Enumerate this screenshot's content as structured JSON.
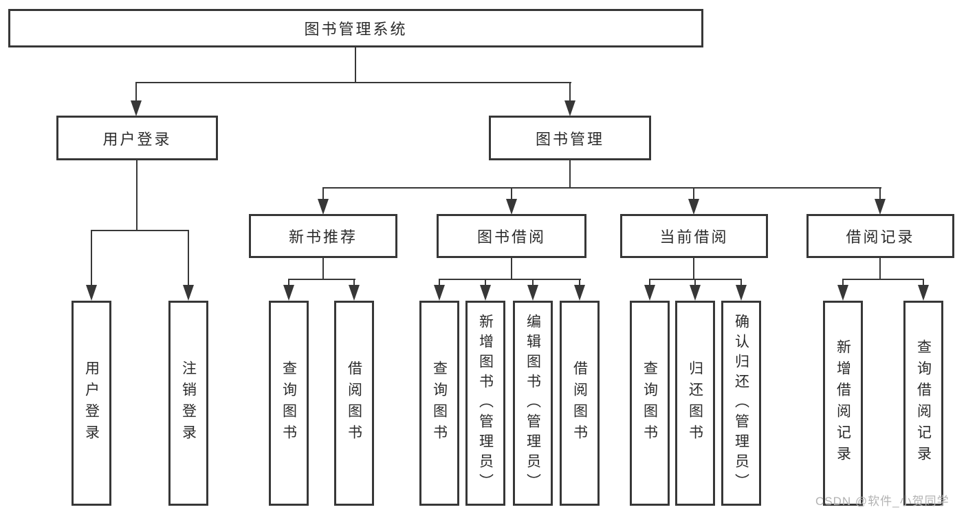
{
  "tree": {
    "root": "图书管理系统",
    "children": [
      {
        "label": "用户登录",
        "children": [
          "用户登录",
          "注销登录"
        ]
      },
      {
        "label": "图书管理",
        "children": [
          {
            "label": "新书推荐",
            "children": [
              "查询图书",
              "借阅图书"
            ]
          },
          {
            "label": "图书借阅",
            "children": [
              "查询图书",
              "新增图书（管理员）",
              "编辑图书（管理员）",
              "借阅图书"
            ]
          },
          {
            "label": "当前借阅",
            "children": [
              "查询图书",
              "归还图书",
              "确认归还（管理员）"
            ]
          },
          {
            "label": "借阅记录",
            "children": [
              "新增借阅记录",
              "查询借阅记录"
            ]
          }
        ]
      }
    ]
  },
  "watermark": "CSDN @软件_小贺同学",
  "colors": {
    "line": "#373737",
    "box_border": "#373737",
    "text": "#2b2b2b",
    "watermark": "#b2b2b2",
    "background": "#ffffff"
  }
}
